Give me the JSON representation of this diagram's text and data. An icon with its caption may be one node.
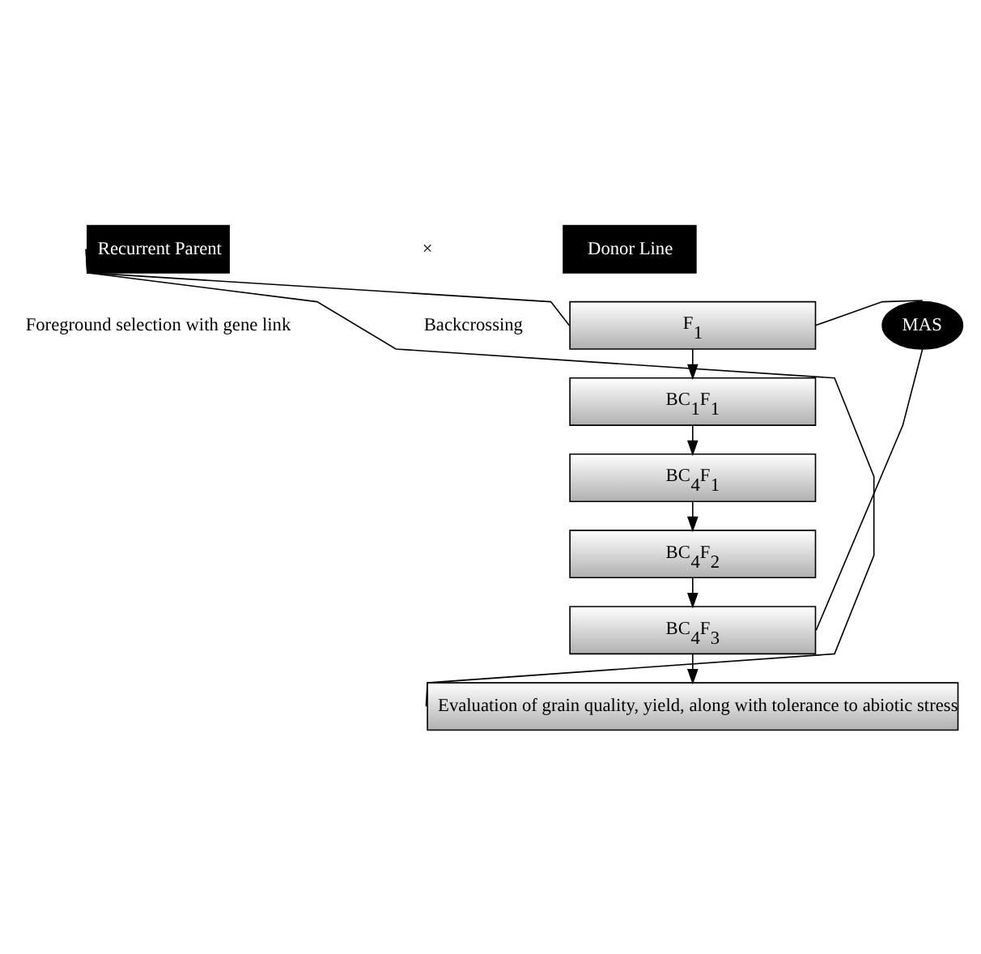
{
  "diagram": {
    "nodes": [
      {
        "text": [
          "Recurrent Parent"
        ]
      },
      {
        "text": [
          "Donor Line"
        ]
      },
      {
        "text": [
          "F$_{1}$"
        ]
      },
      {
        "text": [
          "BC$_{1}$F$_{1}$"
        ]
      },
      {
        "text": [
          "BC$_{4}$F$_{1}$"
        ]
      },
      {
        "text": [
          "BC$_{4}$F$_{2}$"
        ]
      },
      {
        "text": [
          "BC$_{4}$F$_{3}$"
        ]
      },
      {
        "text": [
          "Evaluation of grain quality, yield, along with tolerance to abiotic stress"
        ]
      },
      {
        "text": [
          "MAS"
        ]
      }
    ],
    "edges": [
      {
        "from": 2,
        "to": 3,
        "arrow": "to"
      },
      {
        "from": 3,
        "to": 4,
        "arrow": "to"
      },
      {
        "from": 4,
        "to": 5,
        "arrow": "to"
      },
      {
        "from": 5,
        "to": 6,
        "arrow": "to"
      },
      {
        "from": 6,
        "to": 7,
        "arrow": "to"
      },
      {
        "from": 2,
        "to": 8,
        "arrow": "none"
      },
      {
        "from": 6,
        "to": 8,
        "arrow": "none"
      },
      {
        "from": 0,
        "to": 2,
        "arrow": "none"
      },
      {
        "from": 0,
        "to": 7,
        "arrow": "none"
      }
    ],
    "labels": [
      "×",
      "Foreground selection with gene link",
      "Backcrossing"
    ]
  }
}
